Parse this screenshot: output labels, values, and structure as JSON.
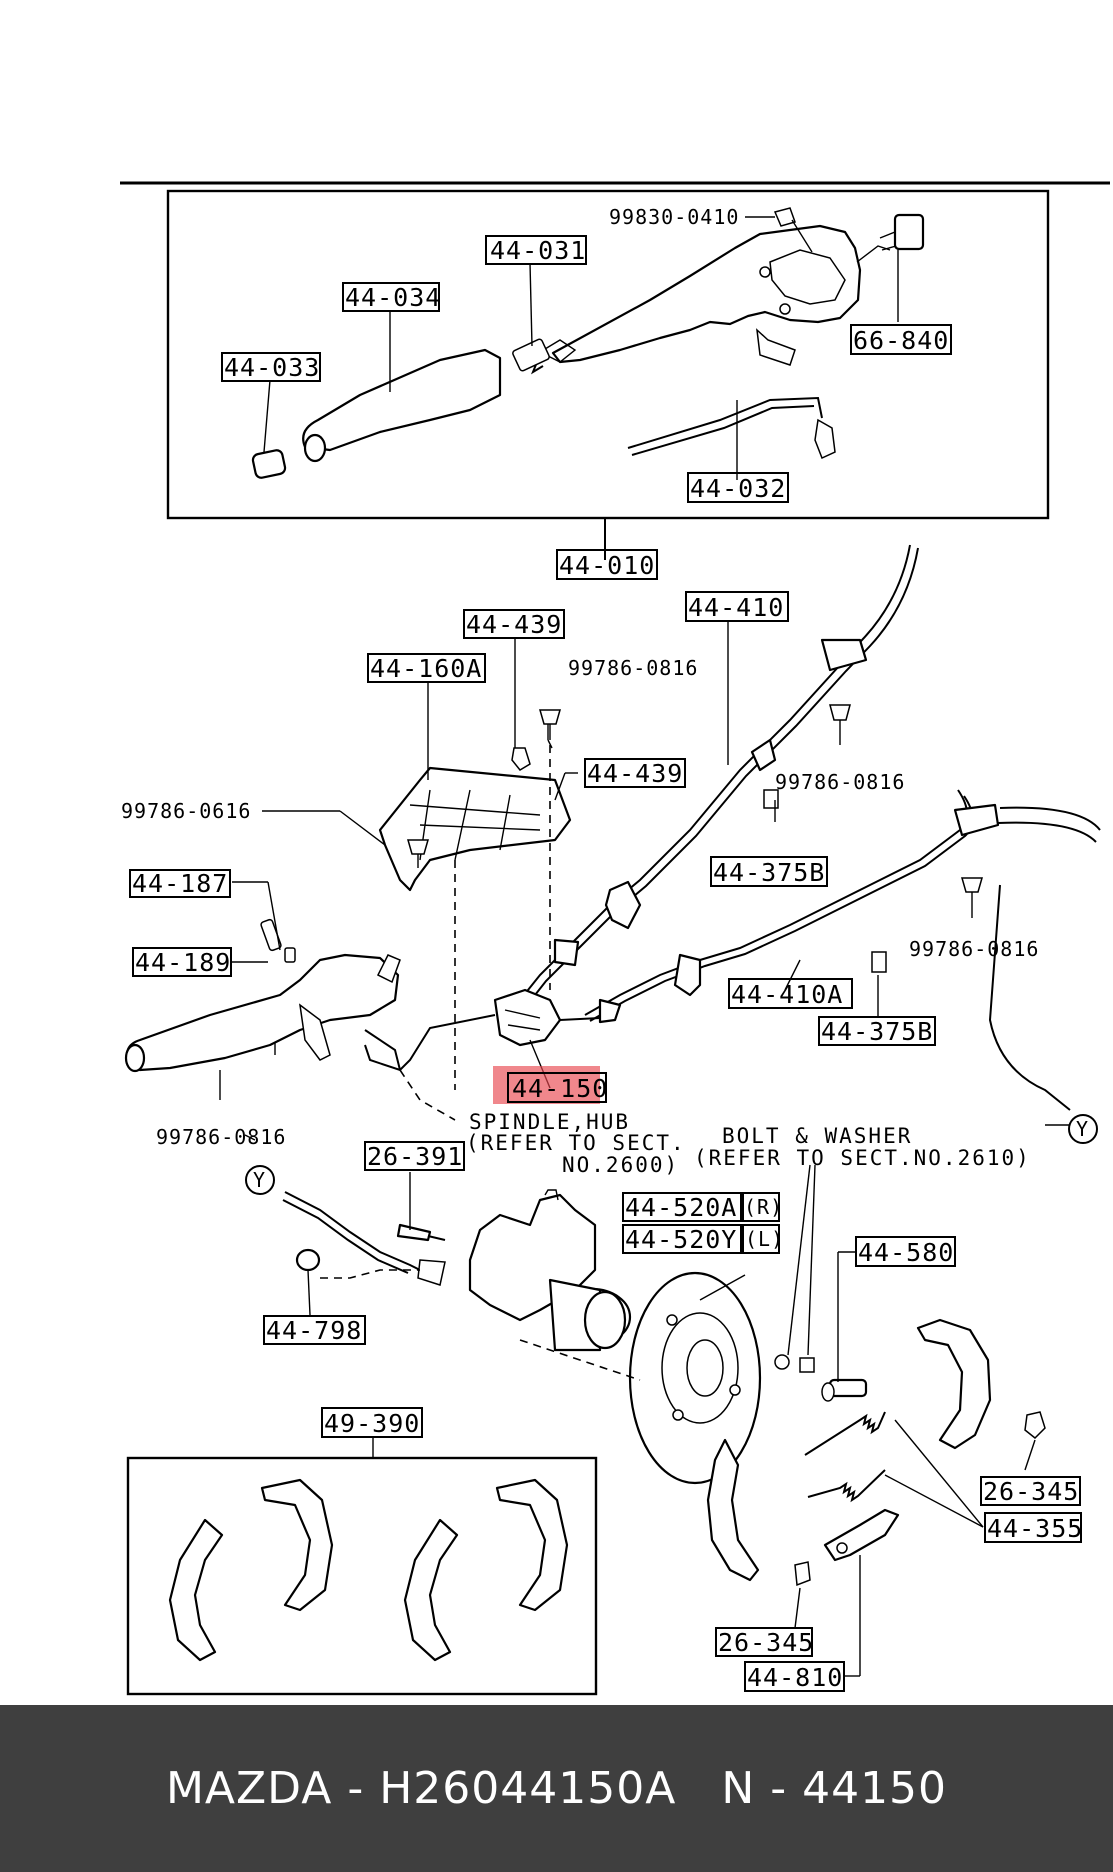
{
  "diagram": {
    "labels": {
      "p99830_0410": "99830-0410",
      "p44_031": "44-031",
      "p44_034": "44-034",
      "p44_033": "44-033",
      "p66_840": "66-840",
      "p44_032": "44-032",
      "p44_010": "44-010",
      "p44_439a": "44-439",
      "p44_410": "44-410",
      "p44_160A": "44-160A",
      "p99786_0816a": "99786-0816",
      "p44_439b": "44-439",
      "p99786_0616": "99786-0616",
      "p99786_0816b": "99786-0816",
      "p44_375Ba": "44-375B",
      "p44_187": "44-187",
      "p99786_0816c": "99786-0816",
      "p44_189": "44-189",
      "p44_410A": "44-410A",
      "p44_375Bb": "44-375B",
      "p44_150": "44-150",
      "p99786_0816d": "99786-0816",
      "p26_391": "26-391",
      "p44_520A": "44-520A",
      "p44_520A_side": "(R)",
      "p44_520Y": "44-520Y",
      "p44_520Y_side": "(L)",
      "p44_580": "44-580",
      "p44_798": "44-798",
      "p49_390": "49-390",
      "p26_345a": "26-345",
      "p44_355": "44-355",
      "p26_345b": "26-345",
      "p44_810": "44-810",
      "ref_y1": "Y",
      "ref_y2": "Y"
    },
    "notes": {
      "spindle_1": "SPINDLE,HUB",
      "spindle_2": "(REFER TO SECT.",
      "spindle_3": "NO.2600)",
      "bolt_1": "BOLT & WASHER",
      "bolt_2": "(REFER TO SECT.NO.2610)"
    },
    "highlight_color": "#e8474f"
  },
  "footer": {
    "title": "MAZDA - H26044150A   N - 44150",
    "background": "#3f3f3f",
    "text_color": "#ffffff"
  }
}
